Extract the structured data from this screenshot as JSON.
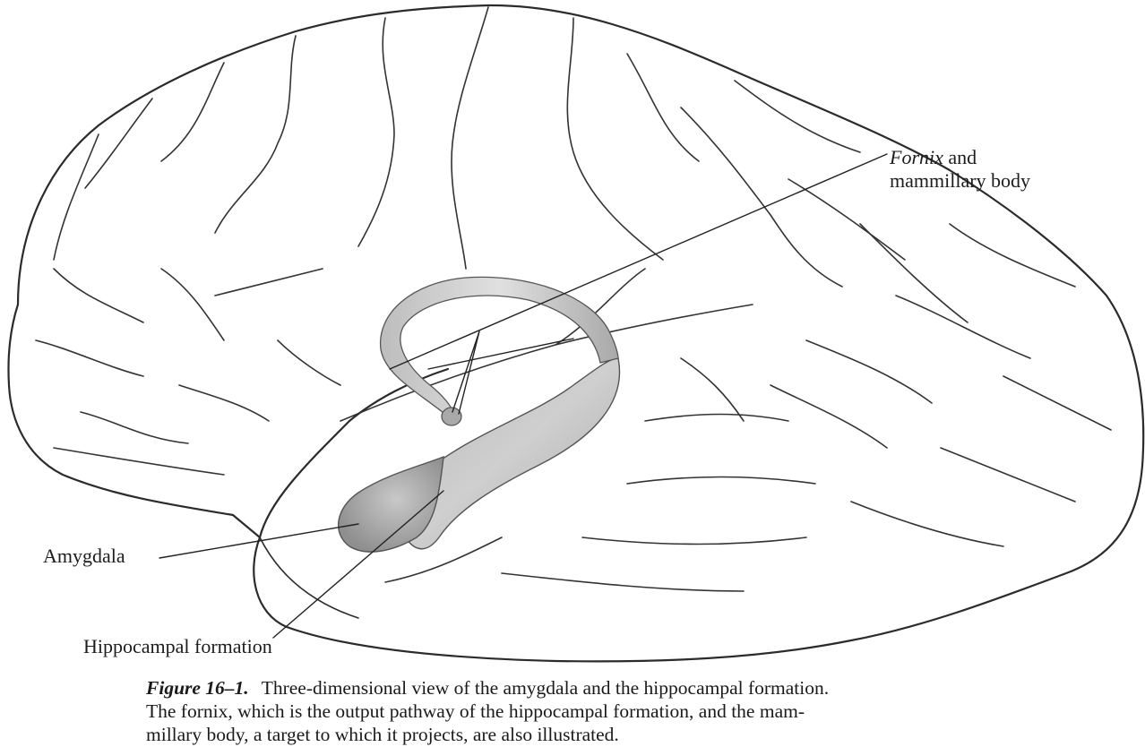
{
  "labels": {
    "fornix_line1_pre": "Fornix",
    "fornix_line1_post": " and",
    "fornix_line2": "mammillary body",
    "amygdala": "Amygdala",
    "hippocampal": "Hippocampal formation"
  },
  "caption": {
    "figure_ref": "Figure 16–1.",
    "line1": "Three-dimensional view of the amygdala and the hippocampal formation.",
    "line2": "The fornix, which is the output pathway of the hippocampal formation, and the mam-",
    "line3": "millary body, a target to which it projects, are also illustrated."
  }
}
